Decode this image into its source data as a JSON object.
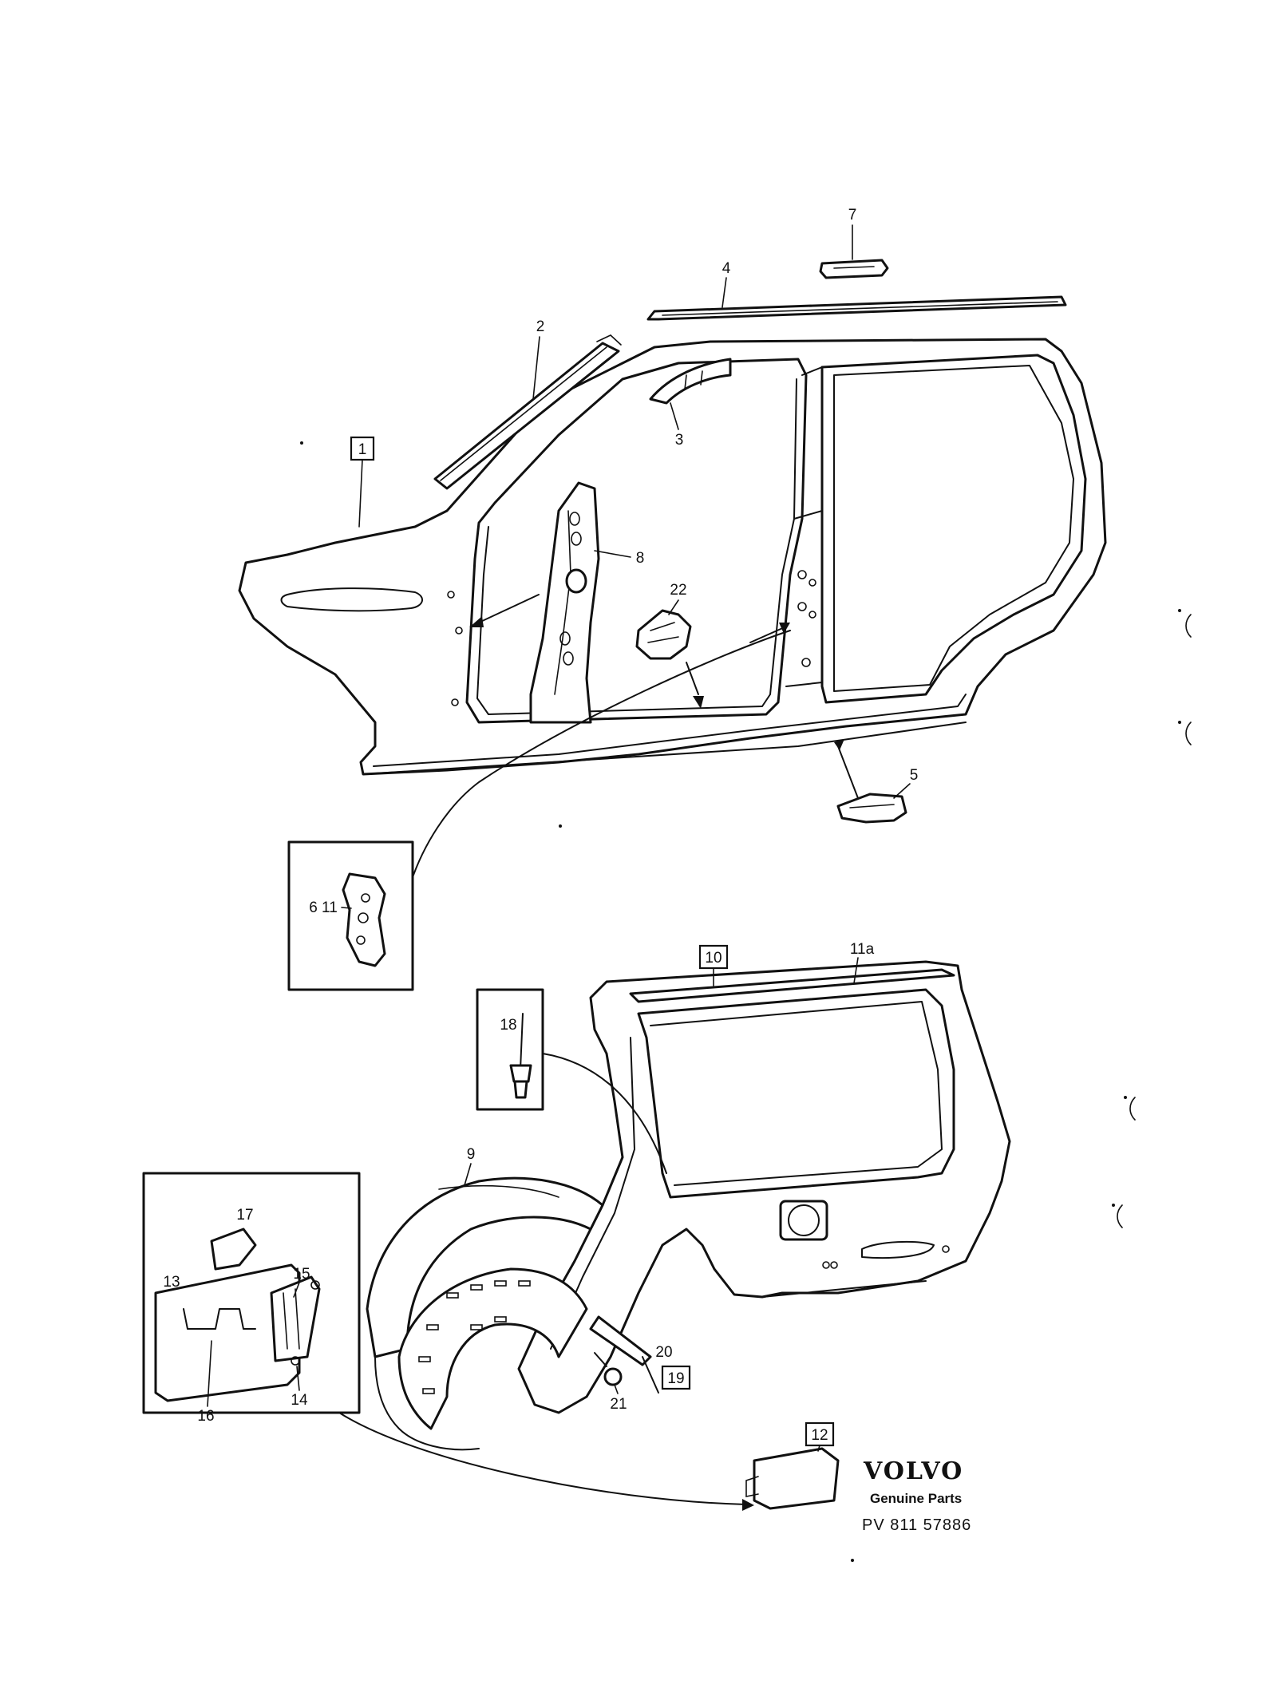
{
  "callouts": {
    "c1": "1",
    "c2": "2",
    "c3": "3",
    "c4": "4",
    "c5": "5",
    "c6": "6 11",
    "c7": "7",
    "c8": "8",
    "c9": "9",
    "c10": "10",
    "c11a": "11a",
    "c12": "12",
    "c13": "13",
    "c14": "14",
    "c15": "15",
    "c16": "16",
    "c17": "17",
    "c18": "18",
    "c19": "19",
    "c20": "20",
    "c21": "21",
    "c22": "22"
  },
  "branding": {
    "logo": "VOLVO",
    "subtitle": "Genuine Parts",
    "code": "PV 811 57886"
  }
}
